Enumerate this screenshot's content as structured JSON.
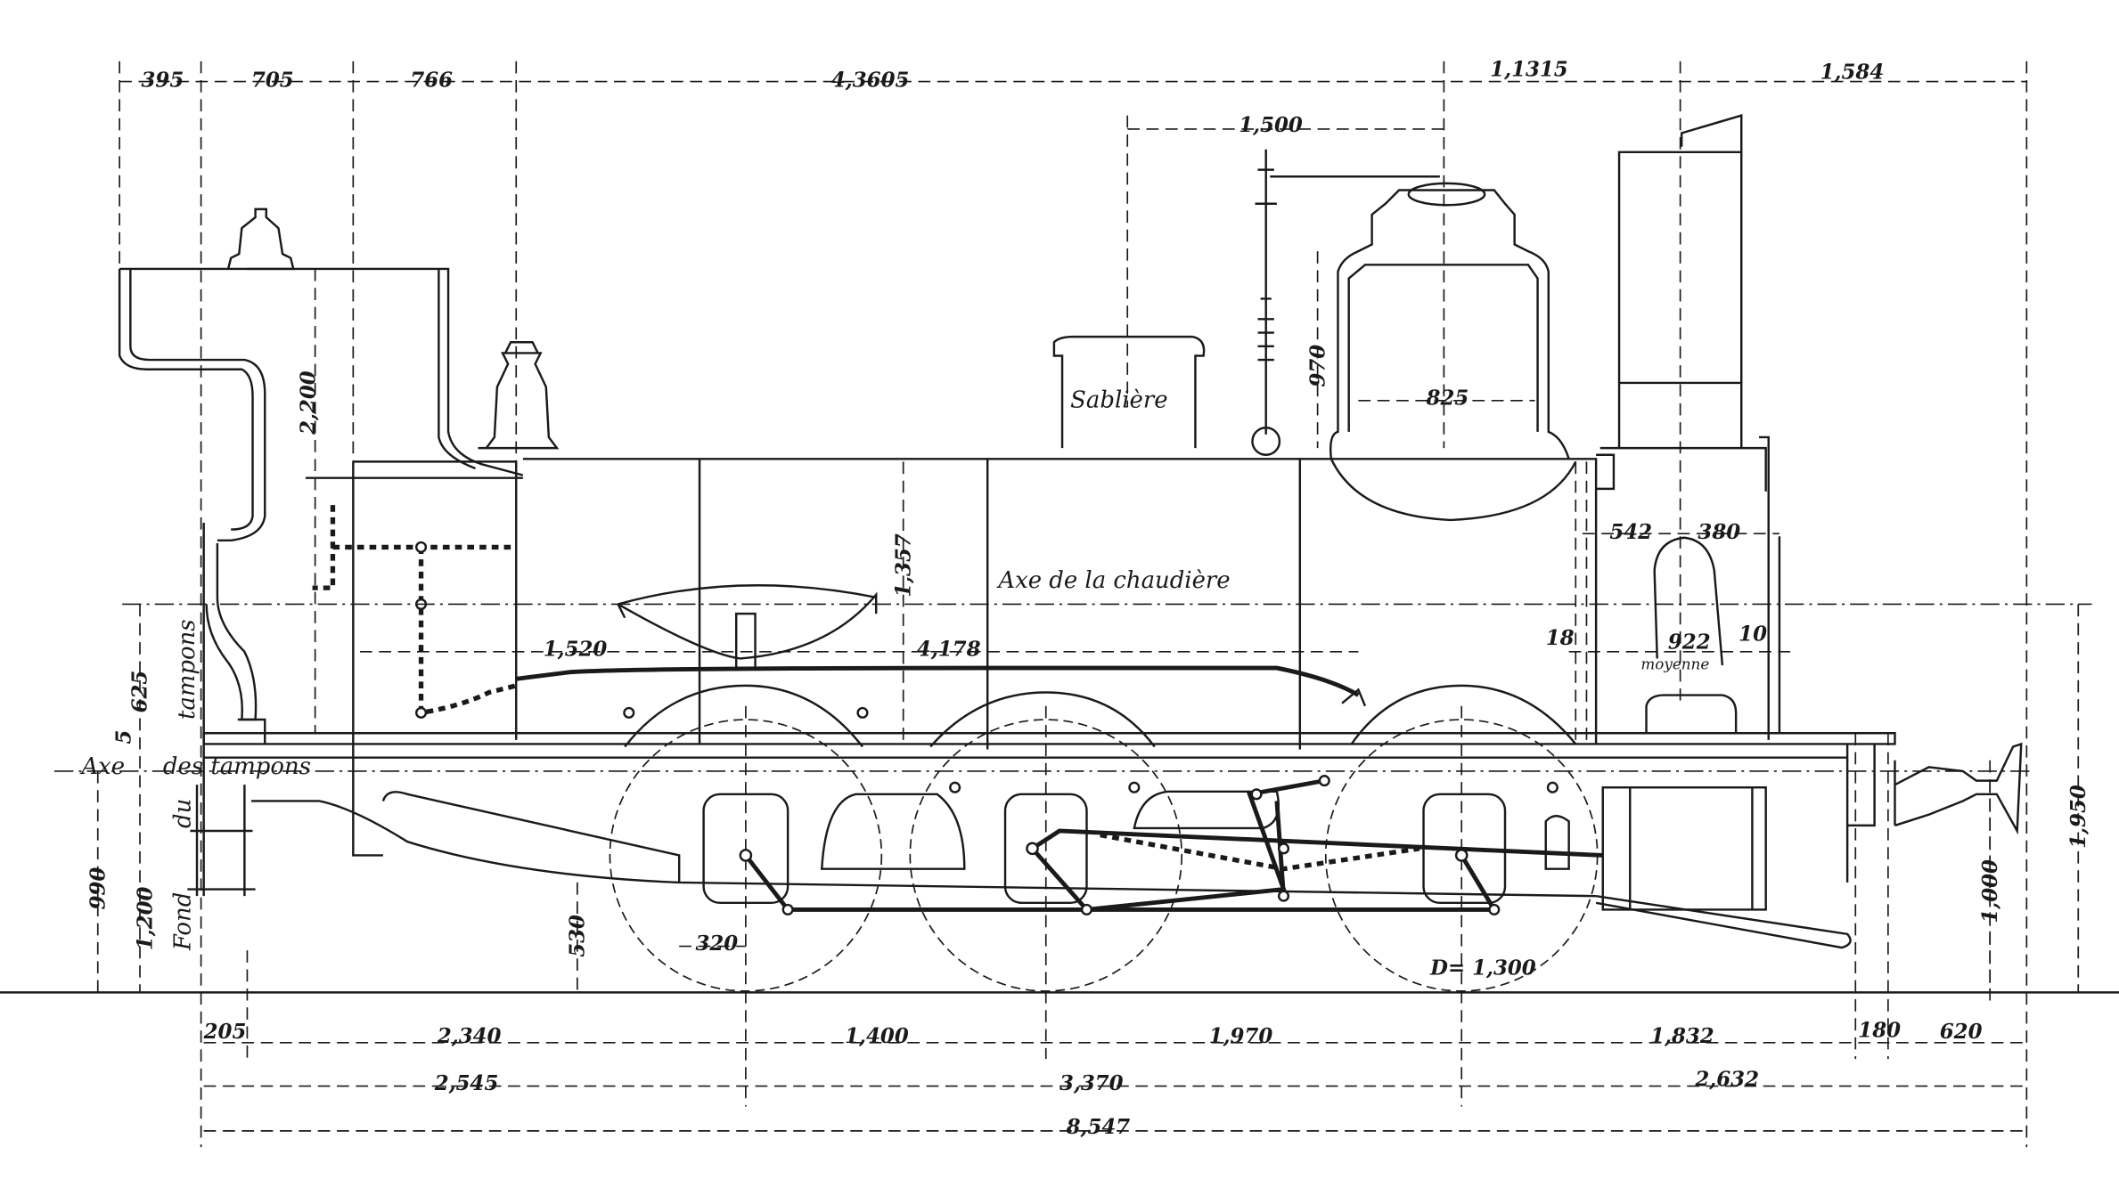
{
  "title": "Locomotive elevation drawing",
  "top_dimensions": [
    "395",
    "705",
    "766",
    "4,3605",
    "1,1315",
    "1,584"
  ],
  "upper_dimensions": {
    "dome_offset": "1,500",
    "dome_height": "970",
    "dome_width": "825",
    "cab_height": "2,200",
    "boiler_height": "1,357",
    "firebox_offset": "1,520",
    "boiler_axis_distance": "4,178"
  },
  "smokebox_dimensions": {
    "a": "542",
    "b": "380",
    "mean": "922",
    "mean_label": "moyenne",
    "left": "18",
    "right": "10"
  },
  "left_dimensions": {
    "a": "625",
    "b": "5",
    "c": "990",
    "d": "1,200"
  },
  "right_dimensions": {
    "buffer_height": "1,000",
    "boiler_axis_height": "1,950"
  },
  "wheel_dimensions": {
    "crank": "320",
    "height": "530",
    "diameter": "D= 1,300"
  },
  "bottom_row1": [
    "205",
    "2,340",
    "1,400",
    "1,970",
    "1,832",
    "180",
    "620"
  ],
  "bottom_row2": [
    "2,545",
    "3,370",
    "2,632"
  ],
  "bottom_row3": [
    "8,547"
  ],
  "labels": {
    "sandbox": "Sablière",
    "boiler_axis": "Axe de la chaudière",
    "buffer_axis_1": "Axe",
    "buffer_axis_2": "des tampons",
    "vertical_1": "tampons",
    "vertical_2": "du",
    "vertical_3": "Fond"
  }
}
